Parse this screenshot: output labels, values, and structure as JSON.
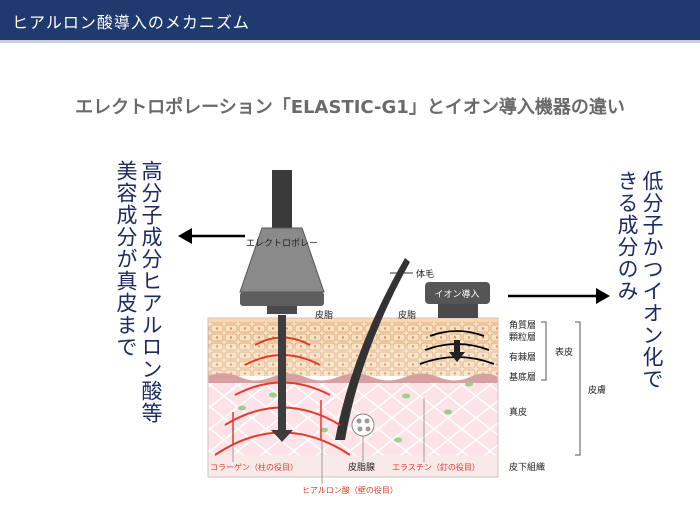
{
  "header": {
    "title": "ヒアルロン酸導入のメカニズム"
  },
  "subtitle": "エレクトロポレーション「ELASTIC-G1」とイオン導入機器の違い",
  "left_note": {
    "lines": [
      "高分子成分ヒアルロン酸等",
      "美容成分が真皮まで"
    ]
  },
  "right_note": {
    "lines": [
      "低分子かつイオン化で",
      "きる成分のみ"
    ]
  },
  "diagram": {
    "device_left_label": "エレクトロポレー",
    "device_right_label": "イオン導入",
    "labels": {
      "hair": "体毛",
      "sebum1": "皮脂",
      "sebum2": "皮脂",
      "stratum_corneum": "角質層",
      "granular": "顆粒層",
      "spinous": "有棘層",
      "basal": "基底層",
      "epidermis": "表皮",
      "dermis": "真皮",
      "skin": "皮膚",
      "subcutis": "皮下組織",
      "collagen": "コラーゲン（柱の役目）",
      "sebaceous_gland": "皮脂腺",
      "elastin": "エラスチン（釘の役目）",
      "hyaluronic": "ヒアルロン酸（壁の役目）"
    }
  }
}
